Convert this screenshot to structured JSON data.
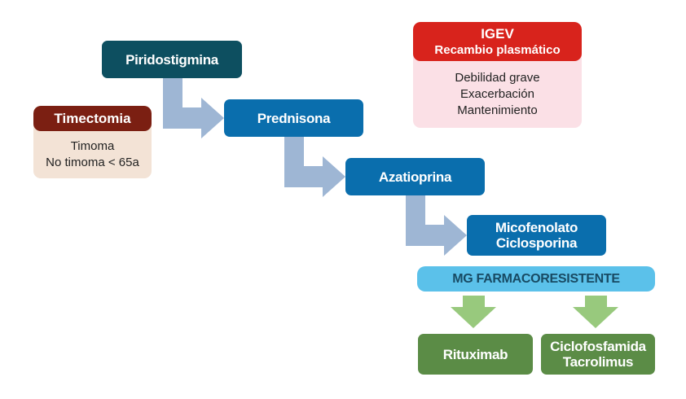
{
  "drugs": {
    "piridostigmina": "Piridostigmina",
    "prednisona": "Prednisona",
    "azatioprina": "Azatioprina",
    "micofenolato": "Micofenolato",
    "ciclosporina": "Ciclosporina"
  },
  "timectomia": {
    "title": "Timectomia",
    "lines": [
      "Timoma",
      "No timoma < 65a"
    ]
  },
  "igev": {
    "title": "IGEV",
    "subtitle": "Recambio plasmático",
    "lines": [
      "Debilidad grave",
      "Exacerbación",
      "Mantenimiento"
    ]
  },
  "farmacoresistente": {
    "title": "MG FARMACORESISTENTE",
    "options": {
      "rituximab": "Rituximab",
      "ciclofosfamida": "Ciclofosfamida",
      "tacrolimus": "Tacrolimus"
    }
  },
  "colors": {
    "dark_teal": "#0d4f60",
    "blue": "#0a6ead",
    "arrow_blue": "#9eb6d4",
    "green": "#5b8c46",
    "arrow_green": "#98c97d",
    "cyan": "#5bc1ea",
    "timectomia_header": "#7b1f12",
    "timectomia_body": "#f3e3d6",
    "igev_header": "#d8231c",
    "igev_body": "#fbe0e6"
  }
}
